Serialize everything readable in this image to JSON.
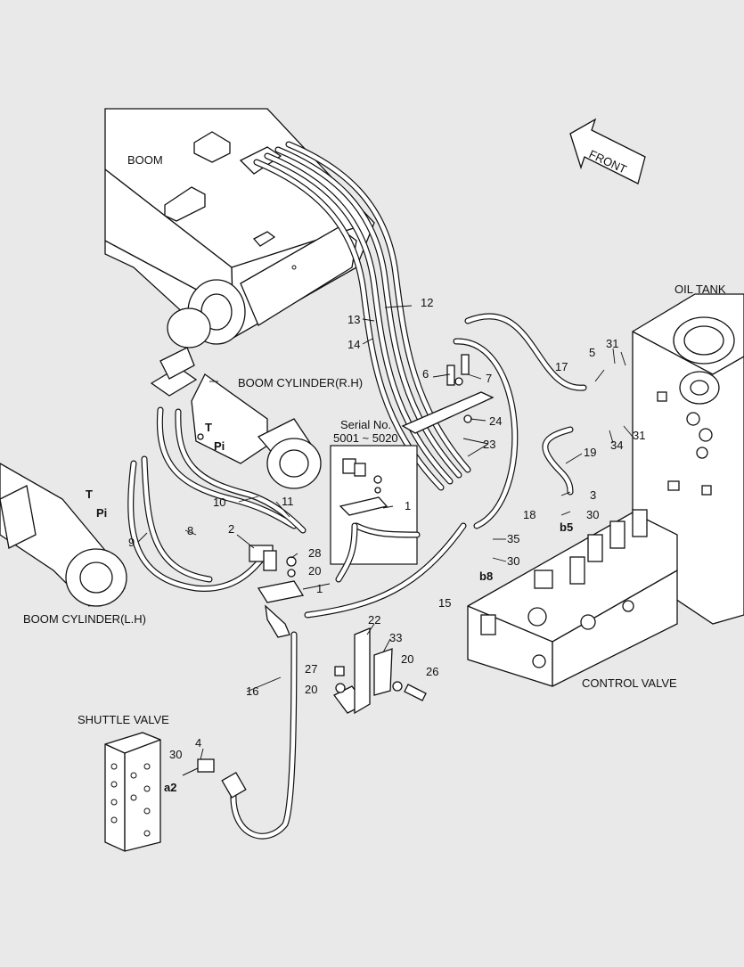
{
  "figure": {
    "background": "#e9e9e9",
    "labels": {
      "boom": "BOOM",
      "front": "FRONT",
      "oil_tank": "OIL TANK",
      "boom_cylinder_rh": "BOOM CYLINDER(R.H)",
      "boom_cylinder_lh": "BOOM CYLINDER(L.H)",
      "control_valve": "CONTROL VALVE",
      "shuttle_valve": "SHUTTLE VALVE",
      "serial_no": "Serial No.",
      "serial_range": "5001 ~ 5020"
    },
    "ports": {
      "t_upper": "T",
      "pi_upper": "Pi",
      "t_lower": "T",
      "pi_lower": "Pi",
      "b5": "b5",
      "b8": "b8",
      "a2": "a2"
    },
    "callouts": {
      "c1": "1",
      "c1_inset": "1",
      "c2": "2",
      "c3": "3",
      "c4": "4",
      "c5": "5",
      "c6": "6",
      "c7": "7",
      "c8": "8",
      "c9": "9",
      "c10": "10",
      "c11": "11",
      "c12": "12",
      "c13": "13",
      "c14": "14",
      "c15": "15",
      "c16": "16",
      "c17": "17",
      "c18": "18",
      "c19": "19",
      "c20a": "20",
      "c20b": "20",
      "c20c": "20",
      "c22": "22",
      "c23": "23",
      "c24": "24",
      "c26": "26",
      "c27": "27",
      "c28": "28",
      "c30a": "30",
      "c30b": "30",
      "c30c": "30",
      "c31a": "31",
      "c31b": "31",
      "c33": "33",
      "c34": "34",
      "c35": "35"
    }
  }
}
